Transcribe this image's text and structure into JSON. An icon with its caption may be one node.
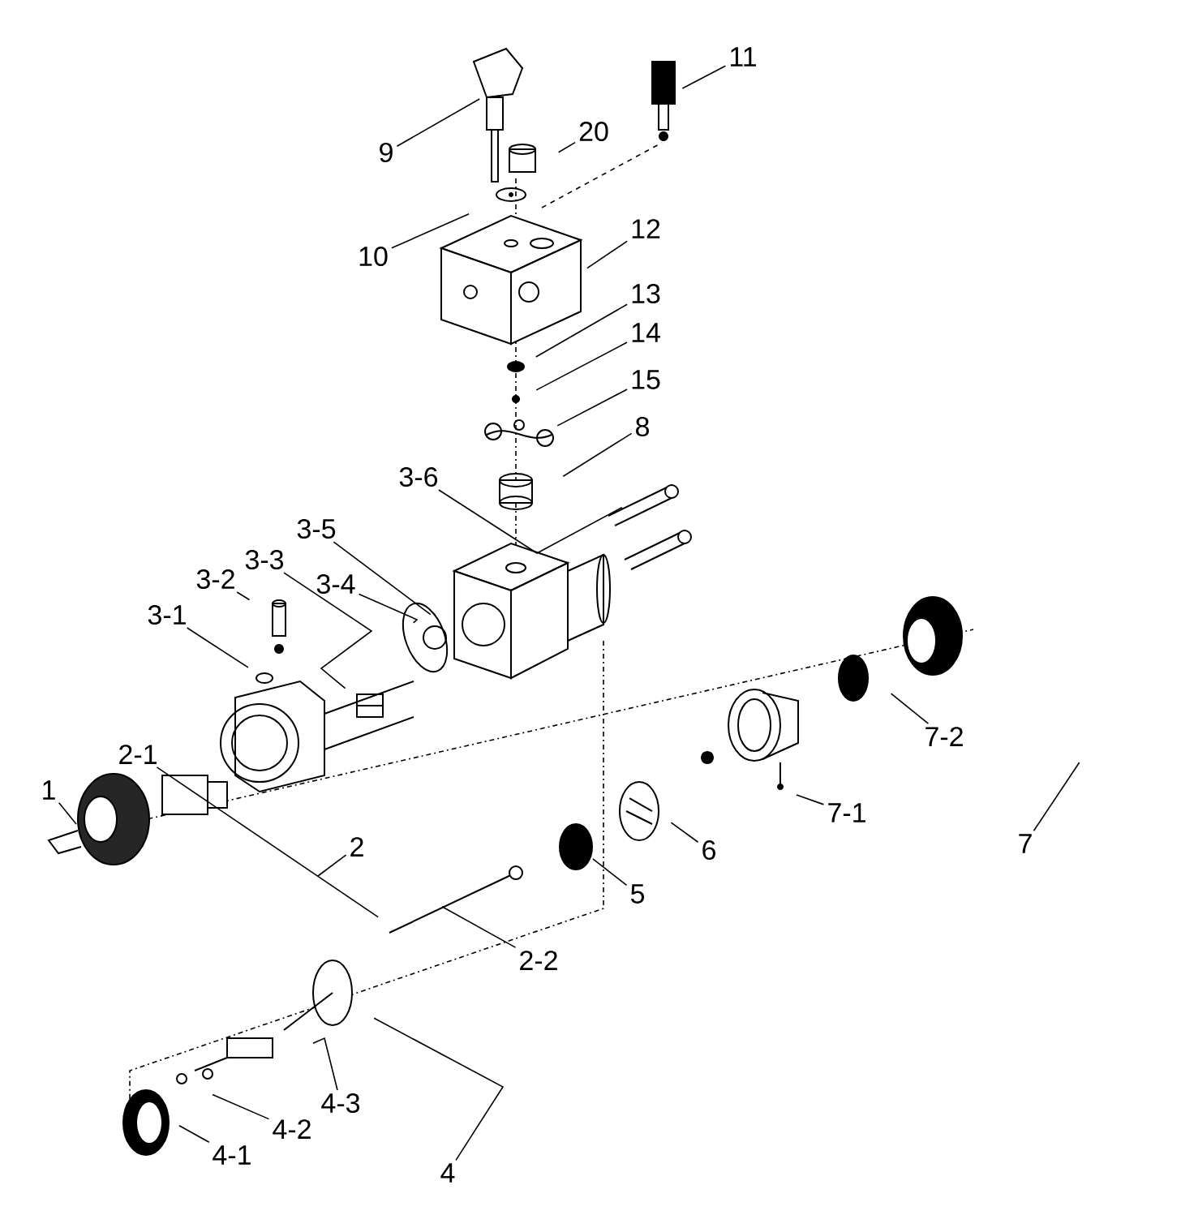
{
  "diagram": {
    "nodes": [
      {
        "text": [
          "1"
        ]
      },
      {
        "text": [
          "2-1"
        ]
      },
      {
        "text": [
          "2"
        ]
      },
      {
        "text": [
          "2-2"
        ]
      },
      {
        "text": [
          "3-1"
        ]
      },
      {
        "text": [
          "3-2"
        ]
      },
      {
        "text": [
          "3-3"
        ]
      },
      {
        "text": [
          "3-4"
        ]
      },
      {
        "text": [
          "3-5"
        ]
      },
      {
        "text": [
          "3-6"
        ]
      },
      {
        "text": [
          "4-1"
        ]
      },
      {
        "text": [
          "4-2"
        ]
      },
      {
        "text": [
          "4-3"
        ]
      },
      {
        "text": [
          "4"
        ]
      },
      {
        "text": [
          "5"
        ]
      },
      {
        "text": [
          "6"
        ]
      },
      {
        "text": [
          "7-1"
        ]
      },
      {
        "text": [
          "7-2"
        ]
      },
      {
        "text": [
          "7"
        ]
      },
      {
        "text": [
          "8"
        ]
      },
      {
        "text": [
          "9"
        ]
      },
      {
        "text": [
          "10"
        ]
      },
      {
        "text": [
          "11"
        ]
      },
      {
        "text": [
          "12"
        ]
      },
      {
        "text": [
          "13"
        ]
      },
      {
        "text": [
          "14"
        ]
      },
      {
        "text": [
          "15"
        ]
      },
      {
        "text": [
          "20"
        ]
      }
    ],
    "edges": [
      {
        "from": 0,
        "to": null,
        "arrow": "none"
      },
      {
        "from": 1,
        "to": null,
        "arrow": "none"
      },
      {
        "from": 2,
        "to": null,
        "arrow": "none"
      },
      {
        "from": 3,
        "to": null,
        "arrow": "none"
      },
      {
        "from": 4,
        "to": null,
        "arrow": "none"
      },
      {
        "from": 5,
        "to": null,
        "arrow": "none"
      },
      {
        "from": 6,
        "to": null,
        "arrow": "none"
      },
      {
        "from": 7,
        "to": null,
        "arrow": "none"
      },
      {
        "from": 8,
        "to": null,
        "arrow": "none"
      },
      {
        "from": 9,
        "to": null,
        "arrow": "none"
      },
      {
        "from": 10,
        "to": null,
        "arrow": "none"
      },
      {
        "from": 11,
        "to": null,
        "arrow": "none"
      },
      {
        "from": 12,
        "to": null,
        "arrow": "none"
      },
      {
        "from": 13,
        "to": null,
        "arrow": "none"
      },
      {
        "from": 14,
        "to": null,
        "arrow": "none"
      },
      {
        "from": 15,
        "to": null,
        "arrow": "none"
      },
      {
        "from": 16,
        "to": null,
        "arrow": "none"
      },
      {
        "from": 17,
        "to": null,
        "arrow": "none"
      },
      {
        "from": 18,
        "to": null,
        "arrow": "none"
      },
      {
        "from": 19,
        "to": null,
        "arrow": "none"
      },
      {
        "from": 20,
        "to": null,
        "arrow": "none"
      },
      {
        "from": 21,
        "to": null,
        "arrow": "none"
      },
      {
        "from": 22,
        "to": null,
        "arrow": "none"
      },
      {
        "from": 23,
        "to": null,
        "arrow": "none"
      },
      {
        "from": 24,
        "to": null,
        "arrow": "none"
      },
      {
        "from": 25,
        "to": null,
        "arrow": "none"
      },
      {
        "from": 26,
        "to": null,
        "arrow": "none"
      },
      {
        "from": 27,
        "to": null,
        "arrow": "none"
      }
    ]
  }
}
